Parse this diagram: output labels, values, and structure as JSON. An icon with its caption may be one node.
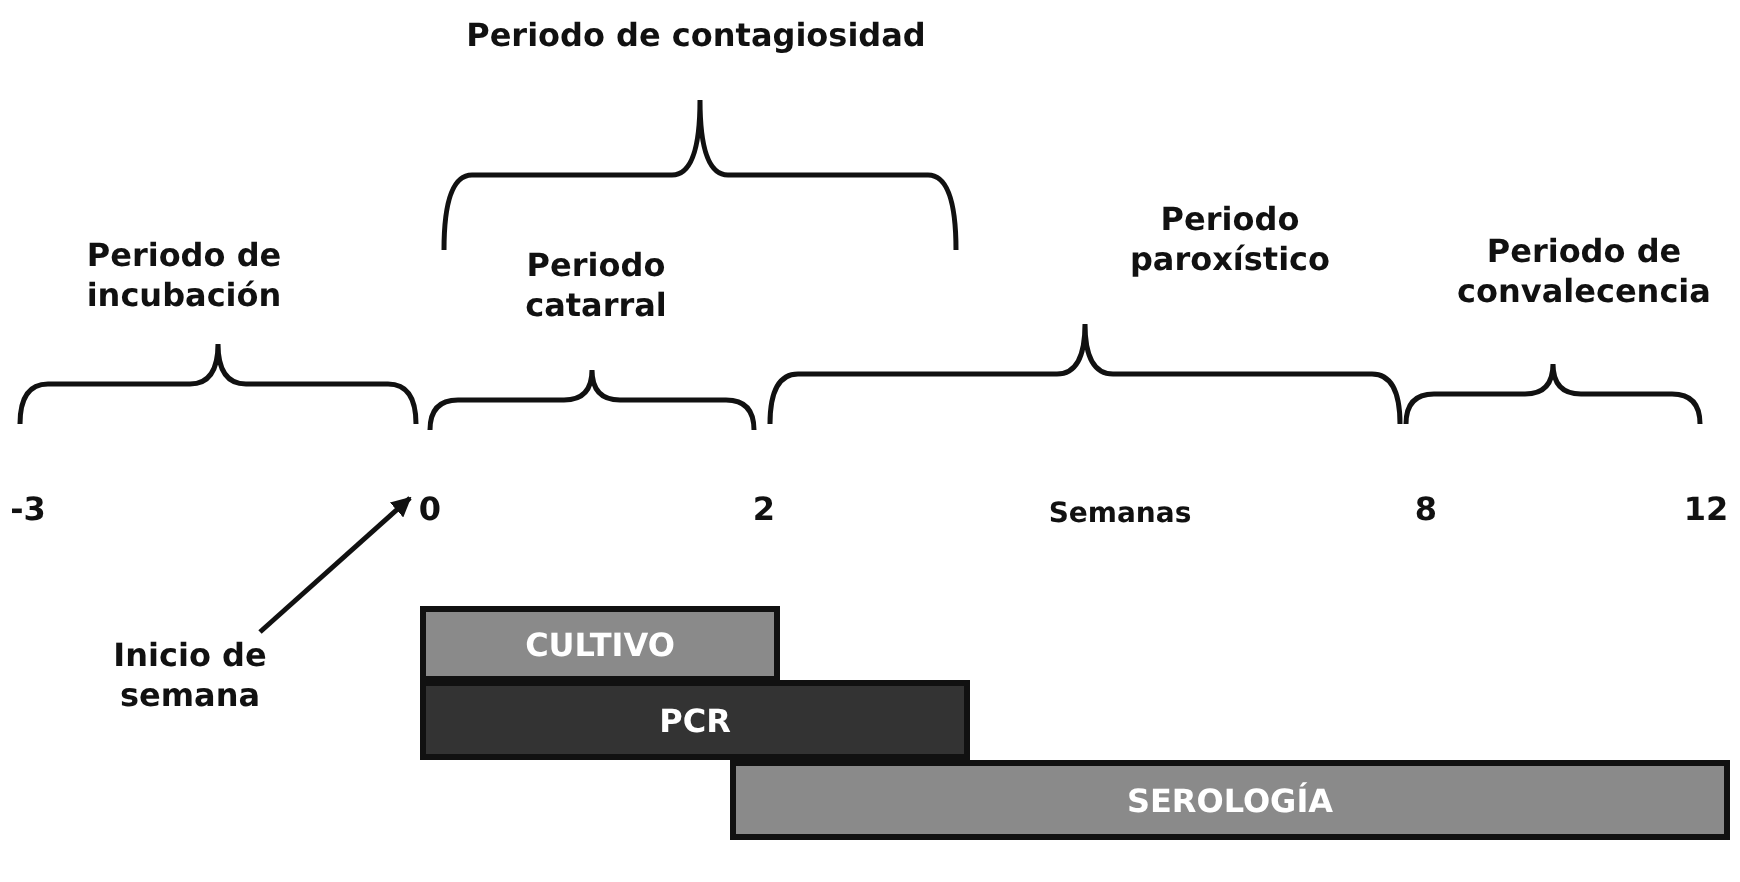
{
  "diagram": {
    "nodes": [
      {
        "text": [
          "0"
        ]
      },
      {
        "text": [
          "Inicio de semana"
        ]
      },
      {
        "text": [
          "CULTIVO"
        ]
      },
      {
        "text": [
          "PCR"
        ]
      },
      {
        "text": [
          "SEROLOGÍA"
        ]
      }
    ],
    "edges": [
      {
        "from": 1,
        "to": 0,
        "arrow": "to"
      }
    ],
    "labels": [
      "Periodo de contagiosidad",
      "Periodo de incubación",
      "Periodo catarral",
      "Periodo paroxístico",
      "Periodo de convalecencia",
      "-3",
      "2",
      "Semanas",
      "8",
      "12"
    ]
  }
}
